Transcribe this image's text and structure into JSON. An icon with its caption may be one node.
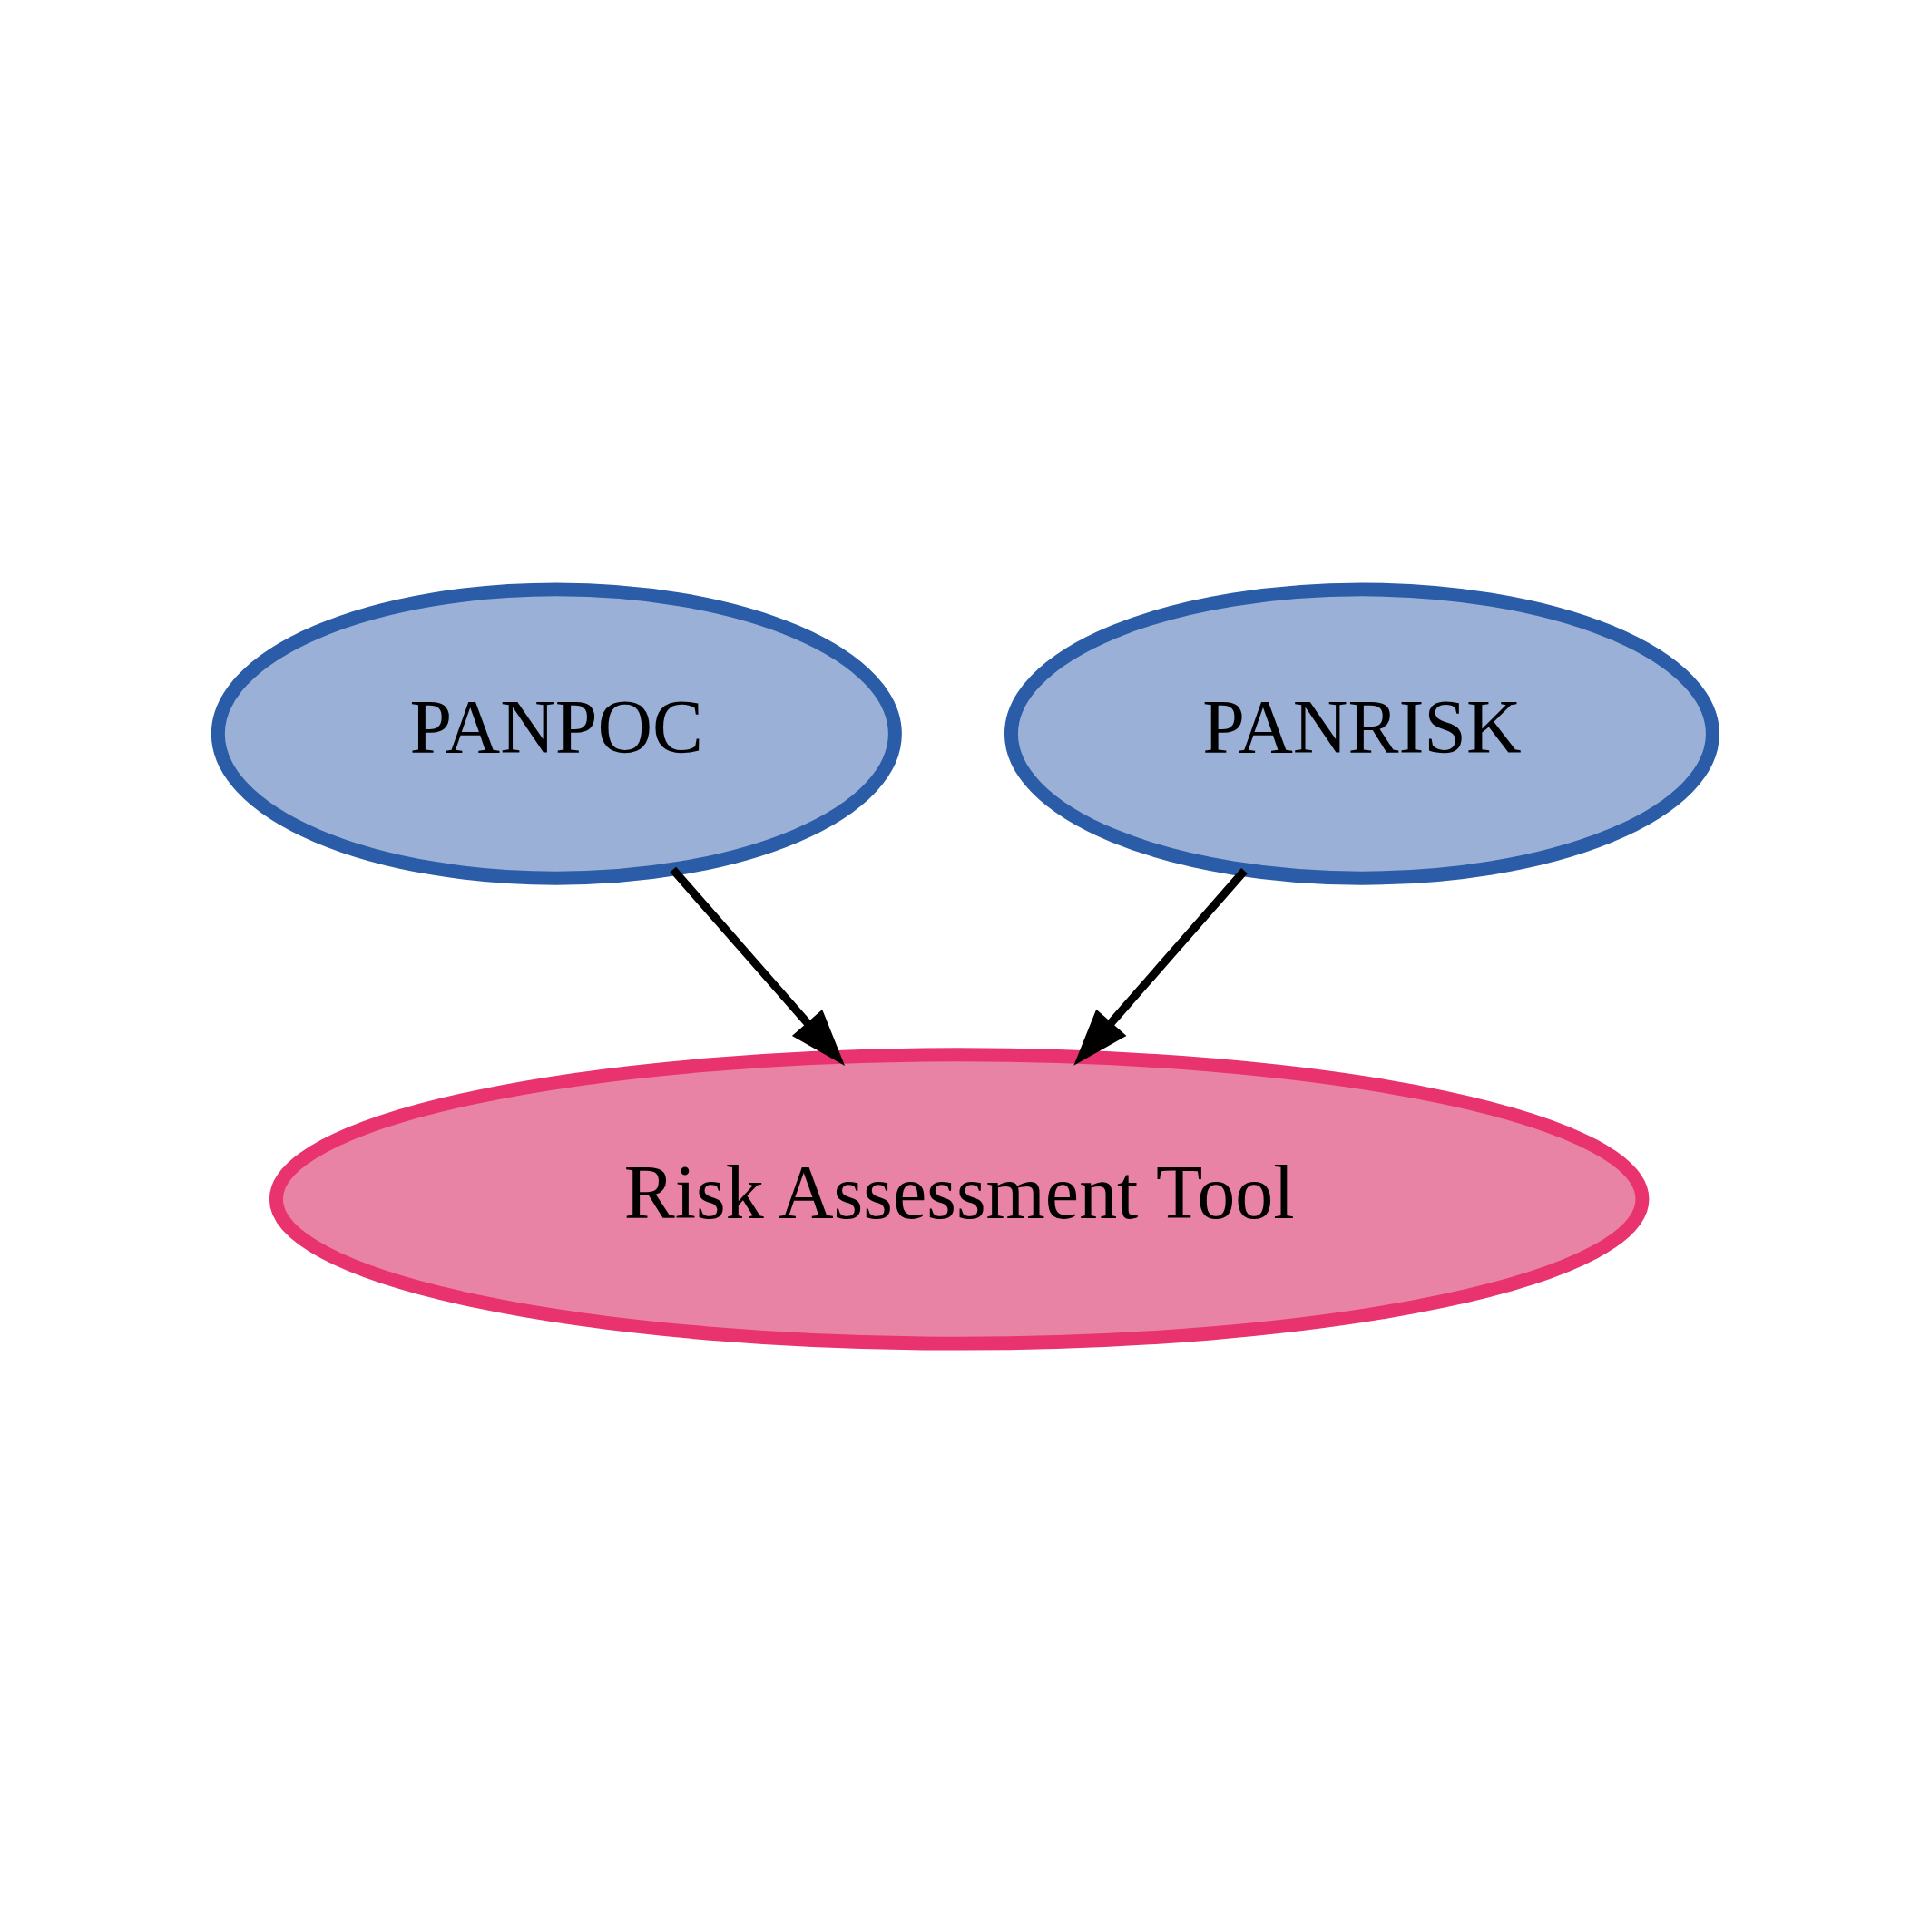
{
  "diagram": {
    "nodes": [
      {
        "text": [
          "PANPOC"
        ]
      },
      {
        "text": [
          "PANRISK"
        ]
      },
      {
        "text": [
          "Risk Assessment Tool"
        ]
      }
    ],
    "edges": [
      {
        "from": 0,
        "to": 2,
        "arrow": "to"
      },
      {
        "from": 1,
        "to": 2,
        "arrow": "to"
      }
    ]
  }
}
